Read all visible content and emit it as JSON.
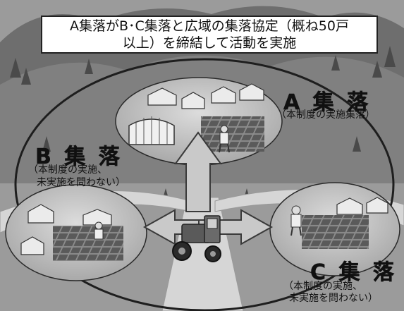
{
  "title": {
    "line1": "A集落がB･C集落と広域の集落協定（概ね50戸",
    "line2": "以上）を締結して活動を実施"
  },
  "villages": {
    "a": {
      "name": "A 集 落",
      "note": "（本制度の実施集落）"
    },
    "b": {
      "name": "B 集 落",
      "note_line1": "（本制度の実施、",
      "note_line2": "未実施を問わない）"
    },
    "c": {
      "name": "C 集 落",
      "note_line1": "（本制度の実施、",
      "note_line2": "未実施を問わない）"
    }
  },
  "colors": {
    "sky": "#8a8a8a",
    "hills": "#5f5f5f",
    "village_oval": "#bdbdbd",
    "road": "#dcdcdc",
    "arrow": "#c8c8c8"
  },
  "icons": [
    "tractor-icon",
    "house-icon",
    "greenhouse-icon",
    "farmer-icon",
    "tree-icon",
    "rice-field-icon"
  ]
}
